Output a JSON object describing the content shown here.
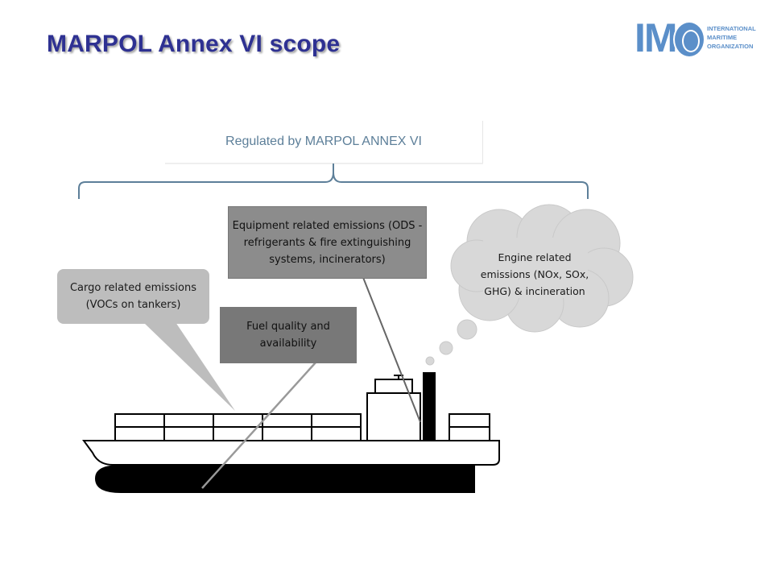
{
  "title": "MARPOL Annex VI scope",
  "logo": {
    "letters": "IM",
    "lines": [
      "INTERNATIONAL",
      "MARITIME",
      "ORGANIZATION"
    ]
  },
  "scope_label": "Regulated by MARPOL ANNEX VI",
  "callouts": {
    "equipment": "Equipment related emissions (ODS - refrigerants & fire extinguishing systems, incinerators)",
    "fuel": "Fuel quality and availability",
    "cargo": "Cargo related emissions (VOCs on tankers)",
    "engine": "Engine related emissions (NOx, SOx, GHG) & incineration"
  },
  "colors": {
    "title": "#2e3192",
    "logo": "#5b8fc9",
    "bracket": "#5d7f99",
    "hull": "#000000"
  }
}
